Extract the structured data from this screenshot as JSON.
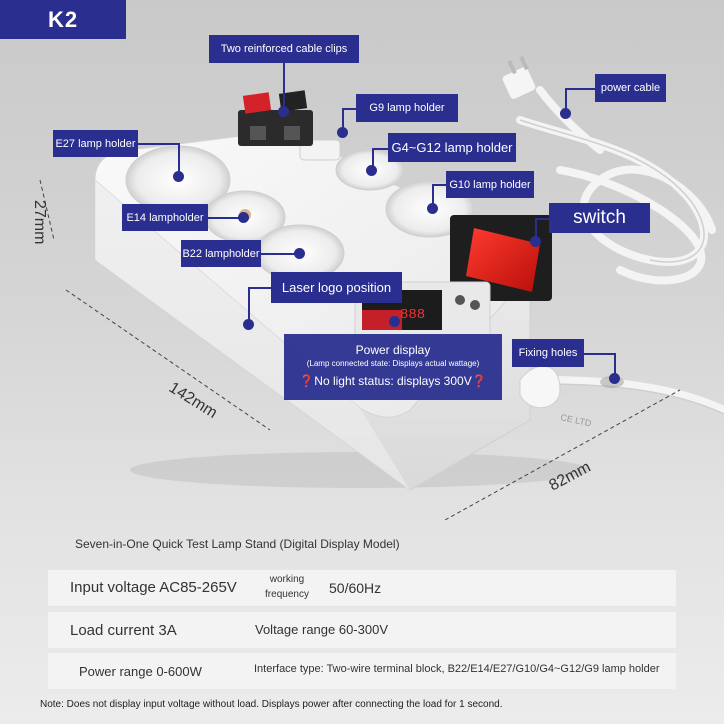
{
  "badge": "K2",
  "labels": {
    "cable_clips": "Two reinforced cable clips",
    "g9": "G9 lamp holder",
    "g4_g12": "G4~G12 lamp holder",
    "e27": "E27 lamp holder",
    "g10": "G10 lamp holder",
    "e14": "E14 lampholder",
    "b22": "B22 lampholder",
    "switch": "switch",
    "power_cable": "power cable",
    "laser_logo": "Laser logo position",
    "power_display": "Power display",
    "power_display_note": "(Lamp connected state: Displays actual wattage)",
    "no_light_status": "❓No light status: displays 300V❓",
    "fixing_holes": "Fixing holes"
  },
  "dimensions": {
    "height": "27mm",
    "length": "142mm",
    "width": "82mm"
  },
  "product_title": "Seven-in-One Quick Test Lamp Stand (Digital Display Model)",
  "specs": {
    "input_voltage": "Input voltage AC85-265V",
    "working_frequency_label": "working frequency",
    "working_frequency_value": "50/60Hz",
    "load_current": "Load current 3A",
    "voltage_range": "Voltage range 60-300V",
    "power_range": "Power range 0-600W",
    "interface_type": "Interface type: Two-wire terminal block, B22/E14/E27/G10/G4~G12/G9 lamp holder"
  },
  "note": "Note: Does not display input voltage without load. Displays power after connecting the load for 1 second.",
  "device_marking": "CE LTD"
}
